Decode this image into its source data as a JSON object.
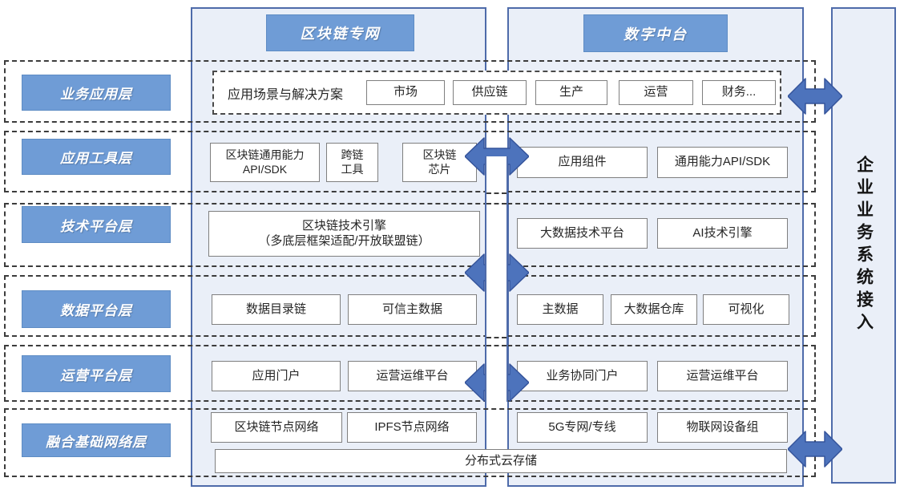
{
  "colors": {
    "panel_fill": "#eaeff8",
    "panel_border": "#4e6baa",
    "label_blue": "#6f9cd6",
    "arrow_blue": "#4d73bc",
    "box_border": "#7f7f7f",
    "dash_color": "#3c3c3c"
  },
  "headers": {
    "blockchain": "区块链专网",
    "digital": "数字中台",
    "side": "企业业务系统接入"
  },
  "layer_labels": [
    "业务应用层",
    "应用工具层",
    "技术平台层",
    "数据平台层",
    "运营平台层",
    "融合基础网络层"
  ],
  "app_layer": {
    "label": "应用场景与解决方案",
    "items": [
      "市场",
      "供应链",
      "生产",
      "运营",
      "财务..."
    ]
  },
  "tool_layer": {
    "left": [
      "区块链通用能力\nAPI/SDK",
      "跨链\n工具",
      "区块链\n芯片"
    ],
    "right": [
      "应用组件",
      "通用能力API/SDK"
    ]
  },
  "tech_layer": {
    "left": "区块链技术引擎\n（多底层框架适配/开放联盟链）",
    "right": [
      "大数据技术平台",
      "AI技术引擎"
    ]
  },
  "data_layer": {
    "left": [
      "数据目录链",
      "可信主数据"
    ],
    "right": [
      "主数据",
      "大数据仓库",
      "可视化"
    ]
  },
  "ops_layer": {
    "left": [
      "应用门户",
      "运营运维平台"
    ],
    "right": [
      "业务协同门户",
      "运营运维平台"
    ]
  },
  "network_layer": {
    "left": [
      "区块链节点网络",
      "IPFS节点网络"
    ],
    "right": [
      "5G专网/专线",
      "物联网设备组"
    ],
    "storage": "分布式云存储"
  }
}
